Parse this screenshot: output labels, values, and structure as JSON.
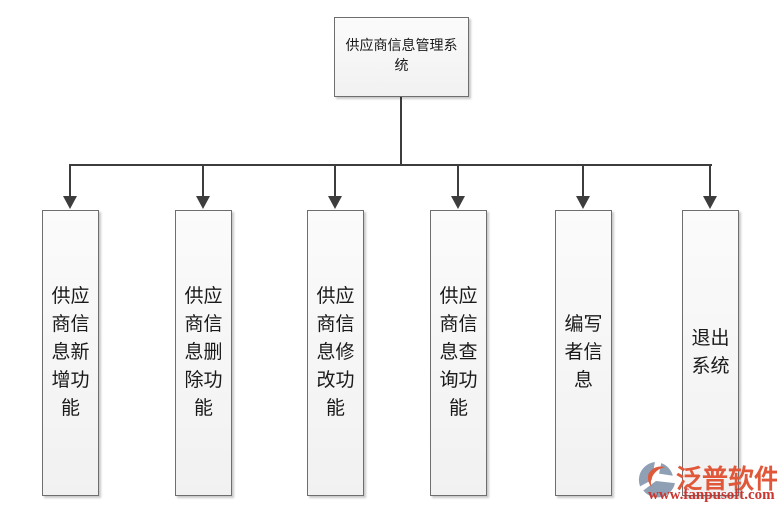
{
  "diagram": {
    "root": {
      "label": "供应商信息管理系统"
    },
    "children": [
      {
        "label": "供应商信息新增功能"
      },
      {
        "label": "供应商信息删除功能"
      },
      {
        "label": "供应商信息修改功能"
      },
      {
        "label": "供应商信息查询功能"
      },
      {
        "label": "编写者信息"
      },
      {
        "label": "退出系统"
      }
    ]
  },
  "watermark": {
    "brand": "泛普软件",
    "url": "www.fanpusoft.com",
    "brand_color": "#e0573a",
    "url_color": "#c9352f",
    "logo_blue": "#8fa0b5",
    "logo_orange": "#dd5a3c"
  },
  "colors": {
    "background": "#ffffff",
    "connector_line": "#3d3d3d",
    "box_border": "#6e6e6e",
    "box_fill_top": "#fbfbfb",
    "box_fill_bottom": "#f1f1f1",
    "text": "#1a1a1a"
  }
}
